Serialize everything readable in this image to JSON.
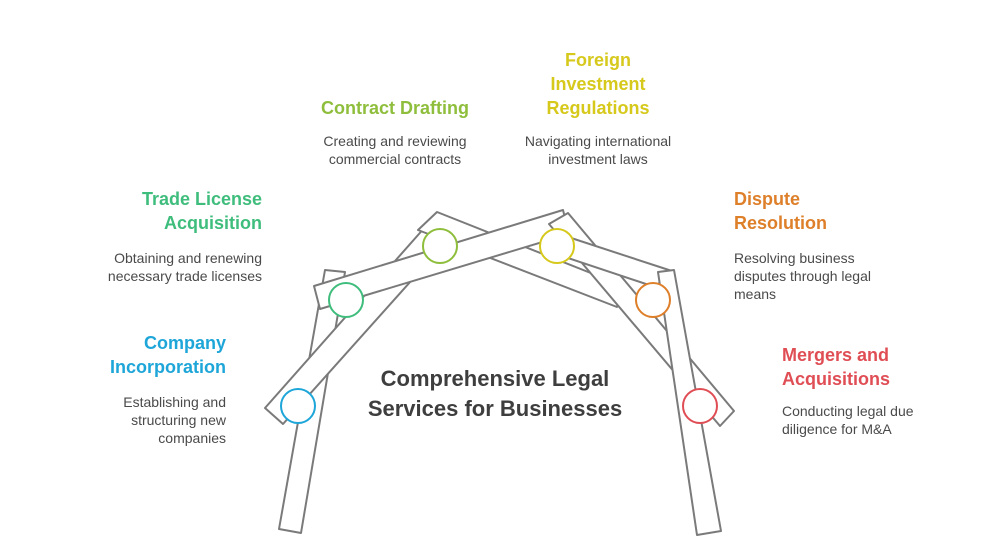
{
  "main_title": "Comprehensive Legal Services for Businesses",
  "colors": {
    "stroke": "#7a7a7a",
    "company": "#1ea6d9",
    "trade": "#3fbd7c",
    "contract": "#8ebe3c",
    "foreign": "#d6c91c",
    "dispute": "#de7f2a",
    "mergers": "#e04e55"
  },
  "services": {
    "company": {
      "title": "Company Incorporation",
      "desc": "Establishing and structuring new companies"
    },
    "trade": {
      "title": "Trade License Acquisition",
      "desc": "Obtaining and renewing necessary trade licenses"
    },
    "contract": {
      "title": "Contract Drafting",
      "desc": "Creating and reviewing commercial contracts"
    },
    "foreign": {
      "title": "Foreign Investment Regulations",
      "desc": "Navigating international investment laws"
    },
    "dispute": {
      "title": "Dispute Resolution",
      "desc": "Resolving business disputes through legal means"
    },
    "mergers": {
      "title": "Mergers and Acquisitions",
      "desc": "Conducting legal due diligence for M&A"
    }
  }
}
